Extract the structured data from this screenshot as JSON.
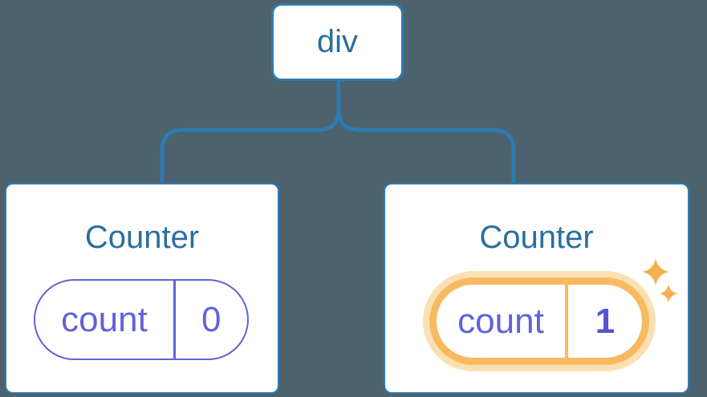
{
  "colors": {
    "background": "#4c626d",
    "line": "#2e7bb0",
    "node_border": "#2e7bb0",
    "text_blue": "#2b6f9e",
    "purple": "#6163d8",
    "value_purple": "#5356d0",
    "orange": "#f8ba61",
    "orange_halo": "#fbe0b4",
    "sparkle": "#f5b04e",
    "card_bg": "#ffffff"
  },
  "icons": {
    "sparkle_icon": "two four-pointed sparkle stars"
  },
  "tree": {
    "root": {
      "label": "div"
    },
    "children": [
      {
        "title": "Counter",
        "state": {
          "key": "count",
          "value": "0"
        },
        "highlighted": false
      },
      {
        "title": "Counter",
        "state": {
          "key": "count",
          "value": "1"
        },
        "highlighted": true
      }
    ]
  }
}
